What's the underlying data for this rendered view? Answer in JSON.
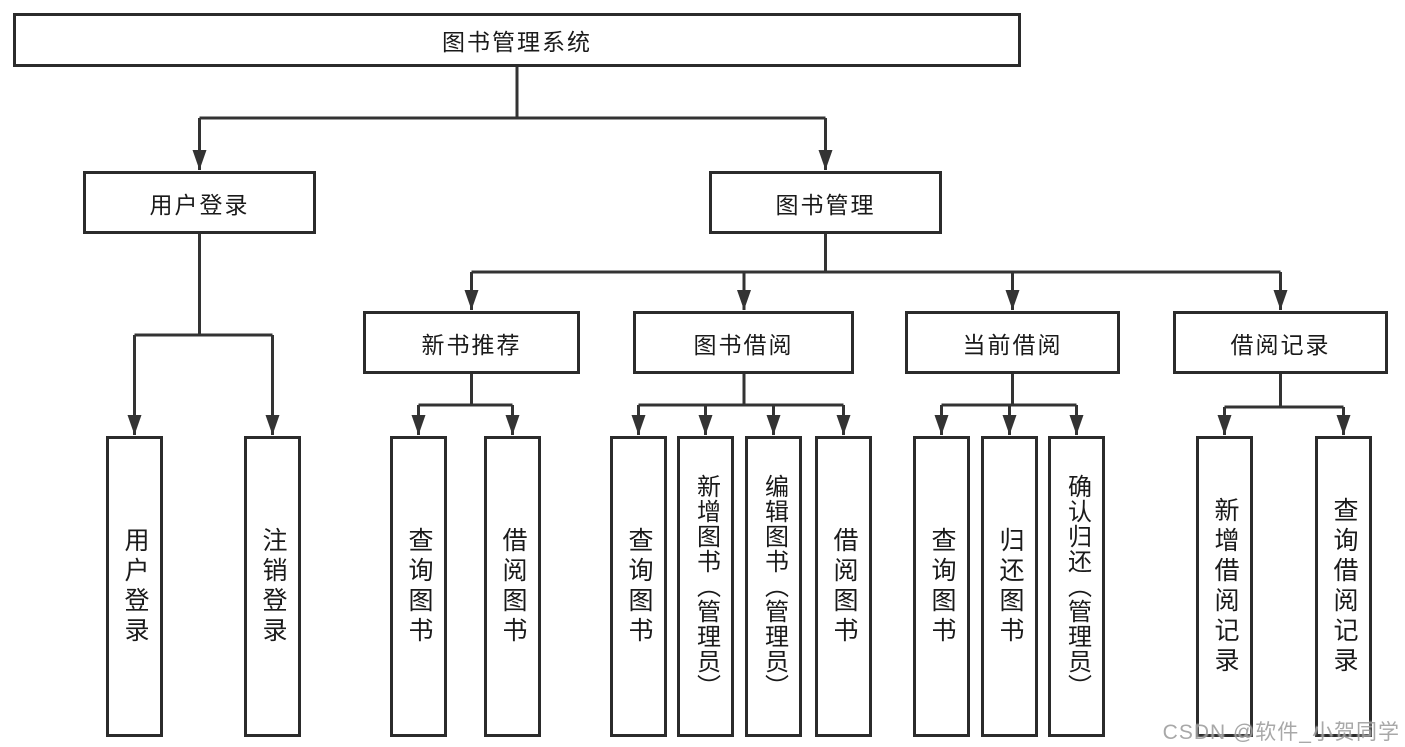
{
  "tree": {
    "root": {
      "label": "图书管理系统"
    },
    "children": [
      {
        "label": "用户登录",
        "children": [
          {
            "label": "用户登录"
          },
          {
            "label": "注销登录"
          }
        ]
      },
      {
        "label": "图书管理",
        "children": [
          {
            "label": "新书推荐",
            "children": [
              {
                "label": "查询图书"
              },
              {
                "label": "借阅图书"
              }
            ]
          },
          {
            "label": "图书借阅",
            "children": [
              {
                "label": "查询图书"
              },
              {
                "label": "新增图书（管理员）"
              },
              {
                "label": "编辑图书（管理员）"
              },
              {
                "label": "借阅图书"
              }
            ]
          },
          {
            "label": "当前借阅",
            "children": [
              {
                "label": "查询图书"
              },
              {
                "label": "归还图书"
              },
              {
                "label": "确认归还（管理员）"
              }
            ]
          },
          {
            "label": "借阅记录",
            "children": [
              {
                "label": "新增借阅记录"
              },
              {
                "label": "查询借阅记录"
              }
            ]
          }
        ]
      }
    ]
  },
  "watermark": {
    "text": "CSDN @软件_小贺同学"
  },
  "colors": {
    "line": "#333333",
    "box_border": "#2b2b2b",
    "box_fill": "#ffffff",
    "text": "#1a1a1a",
    "watermark": "#9f9f9f",
    "background": "#ffffff"
  }
}
